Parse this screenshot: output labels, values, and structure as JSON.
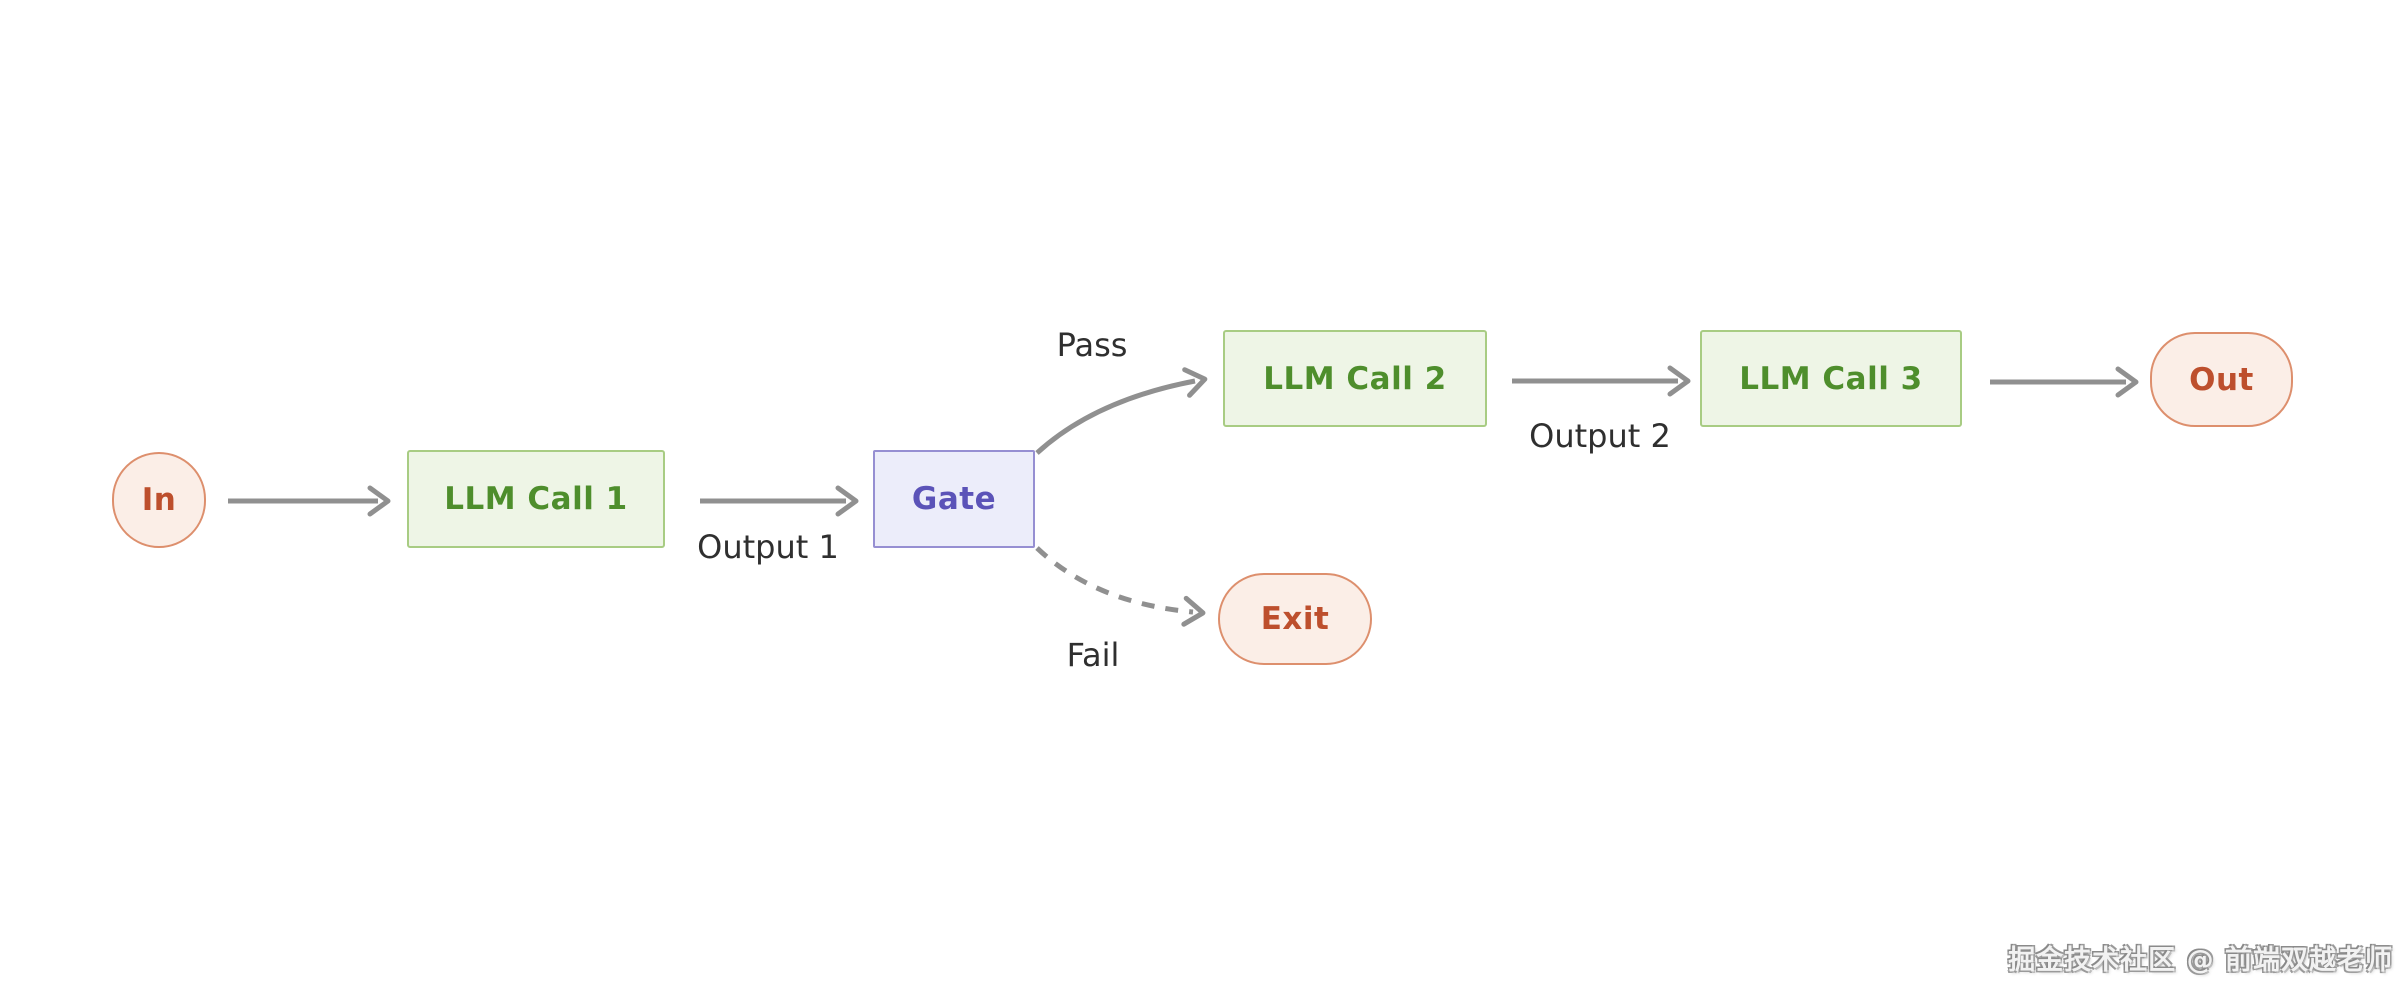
{
  "colors": {
    "node_green_fill": "#eef5e6",
    "node_green_border": "#a8cc83",
    "node_green_text": "#4e8e2c",
    "node_purple_fill": "#ecedfa",
    "node_purple_border": "#968fd2",
    "node_purple_text": "#5b53b8",
    "node_peach_fill": "#fbeee7",
    "node_peach_border": "#dd8f6d",
    "node_peach_text": "#bd4f2d",
    "edge_stroke": "#909090",
    "edge_label_text": "#2f2f2f",
    "background": "#ffffff"
  },
  "nodes": {
    "in": {
      "label": "In"
    },
    "llm1": {
      "label": "LLM Call 1"
    },
    "gate": {
      "label": "Gate"
    },
    "llm2": {
      "label": "LLM Call 2"
    },
    "llm3": {
      "label": "LLM Call 3"
    },
    "out": {
      "label": "Out"
    },
    "exit": {
      "label": "Exit"
    }
  },
  "edge_labels": {
    "output1": "Output 1",
    "pass": "Pass",
    "fail": "Fail",
    "output2": "Output 2"
  },
  "watermark": {
    "text": "掘金技术社区 @ 前端双越老师"
  }
}
